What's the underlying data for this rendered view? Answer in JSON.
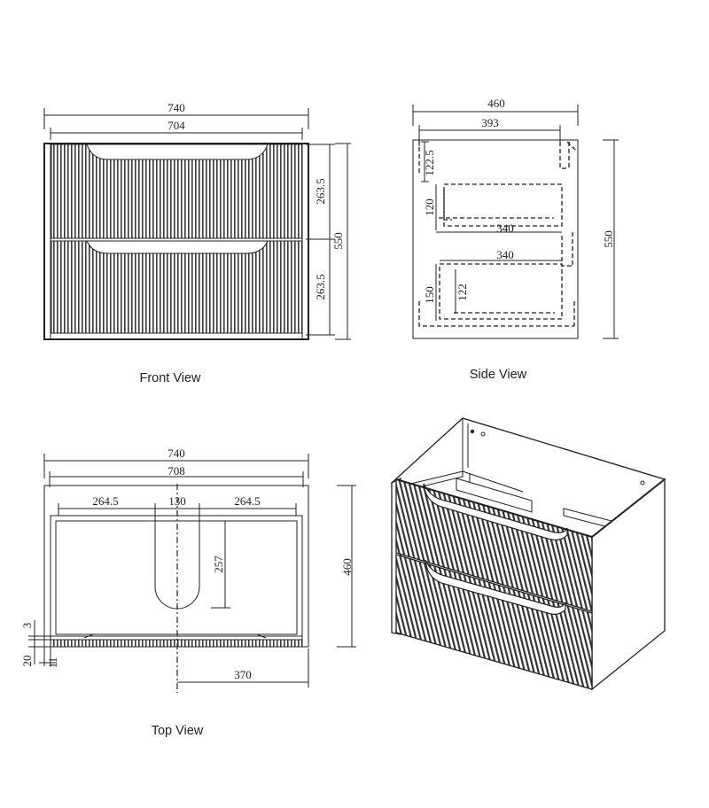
{
  "captions": {
    "front": "Front View",
    "side": "Side View",
    "top": "Top View"
  },
  "front": {
    "overall_width": "740",
    "inner_width": "704",
    "drawer_top_height": "263.5",
    "drawer_bottom_height": "263.5",
    "overall_height": "550"
  },
  "side": {
    "overall_depth": "460",
    "inner_depth": "393",
    "top_offset": "122.5",
    "upper_box_height": "120",
    "upper_box_depth": "340",
    "lower_box_depth": "340",
    "lower_box_height": "150",
    "lower_inner_height": "122",
    "overall_height": "550"
  },
  "top": {
    "overall_width": "740",
    "inner_width": "708",
    "left_segment": "264.5",
    "cutout_width": "130",
    "right_segment": "264.5",
    "cutout_depth": "257",
    "overall_depth": "460",
    "front_gap": "3",
    "front_thickness": "20",
    "side_thickness": "11",
    "center_offset": "370"
  },
  "colors": {
    "line": "#222222",
    "background": "#ffffff",
    "panel": "#f4f4f4"
  }
}
